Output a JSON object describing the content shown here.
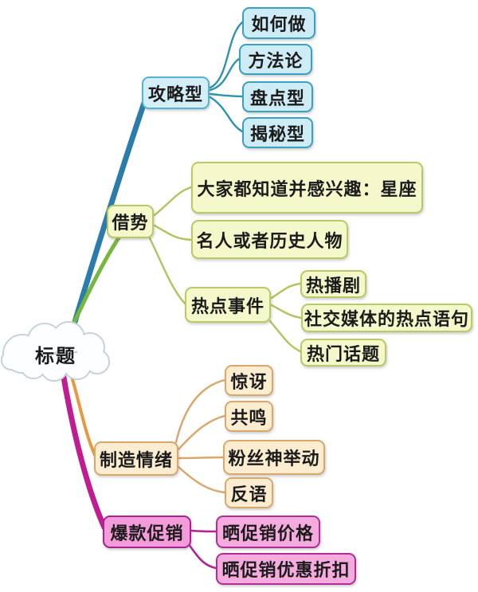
{
  "root": {
    "label": "标题"
  },
  "nodes": {
    "strategy": {
      "label": "攻略型"
    },
    "how_to": {
      "label": "如何做"
    },
    "methodology": {
      "label": "方法论"
    },
    "inventory": {
      "label": "盘点型"
    },
    "reveal": {
      "label": "揭秘型"
    },
    "leverage": {
      "label": "借势"
    },
    "known_interest": {
      "label": "大家都知道并感兴趣：星座"
    },
    "celebrity": {
      "label": "名人或者历史人物"
    },
    "hot_event": {
      "label": "热点事件"
    },
    "hot_drama": {
      "label": "热播剧"
    },
    "social_media": {
      "label": "社交媒体的热点语句"
    },
    "hot_topic": {
      "label": "热门话题"
    },
    "emotion": {
      "label": "制造情绪"
    },
    "surprise": {
      "label": "惊讶"
    },
    "resonance": {
      "label": "共鸣"
    },
    "fan_act": {
      "label": "粉丝神举动"
    },
    "irony": {
      "label": "反语"
    },
    "promo": {
      "label": "爆款促销"
    },
    "promo_price": {
      "label": "晒促销价格"
    },
    "promo_discount": {
      "label": "晒促销优惠折扣"
    }
  },
  "structure": {
    "root": "标题",
    "branches": [
      {
        "label": "攻略型",
        "color": "blue",
        "children": [
          "如何做",
          "方法论",
          "盘点型",
          "揭秘型"
        ]
      },
      {
        "label": "借势",
        "color": "green",
        "children": [
          "大家都知道并感兴趣：星座",
          "名人或者历史人物",
          {
            "label": "热点事件",
            "children": [
              "热播剧",
              "社交媒体的热点语句",
              "热门话题"
            ]
          }
        ]
      },
      {
        "label": "制造情绪",
        "color": "orange",
        "children": [
          "惊讶",
          "共鸣",
          "粉丝神举动",
          "反语"
        ]
      },
      {
        "label": "爆款促销",
        "color": "pink",
        "children": [
          "晒促销价格",
          "晒促销优惠折扣"
        ]
      }
    ]
  },
  "colors": {
    "blue_fill": "#cdecf6",
    "blue_border": "#39a0bf",
    "blue_trunk": "#2c7cab",
    "green_fill": "#f4f8cb",
    "green_border": "#b9c966",
    "green_trunk": "#76b73e",
    "orange_fill": "#fcecd0",
    "orange_border": "#d9a96b",
    "orange_trunk": "#e69940",
    "pink_fill": "#f6abdf",
    "pink_border": "#b02d96",
    "pink_trunk": "#bf1e92",
    "cloud_fill": "#fdfeff",
    "cloud_border": "#c2d2da",
    "text": "#1b1b1b"
  }
}
